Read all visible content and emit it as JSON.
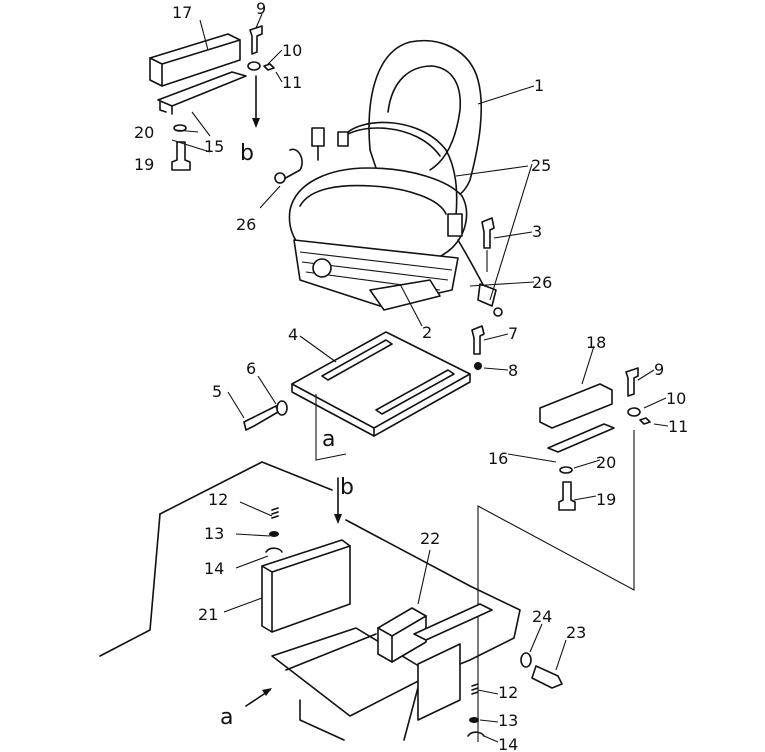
{
  "callouts": {
    "c1": "1",
    "c2": "2",
    "c3": "3",
    "c4": "4",
    "c5": "5",
    "c6": "6",
    "c7": "7",
    "c8": "8",
    "c9a": "9",
    "c9b": "9",
    "c10a": "10",
    "c10b": "10",
    "c11a": "11",
    "c11b": "11",
    "c12a": "12",
    "c12b": "12",
    "c13a": "13",
    "c13b": "13",
    "c14a": "14",
    "c14b": "14",
    "c15": "15",
    "c16": "16",
    "c17": "17",
    "c18": "18",
    "c19a": "19",
    "c19b": "19",
    "c20a": "20",
    "c20b": "20",
    "c21": "21",
    "c22": "22",
    "c23": "23",
    "c24": "24",
    "c25": "25",
    "c26a": "26",
    "c26b": "26"
  },
  "refs": {
    "a_top": "a",
    "a_bottom": "a",
    "b_top": "b",
    "b_mid": "b"
  }
}
